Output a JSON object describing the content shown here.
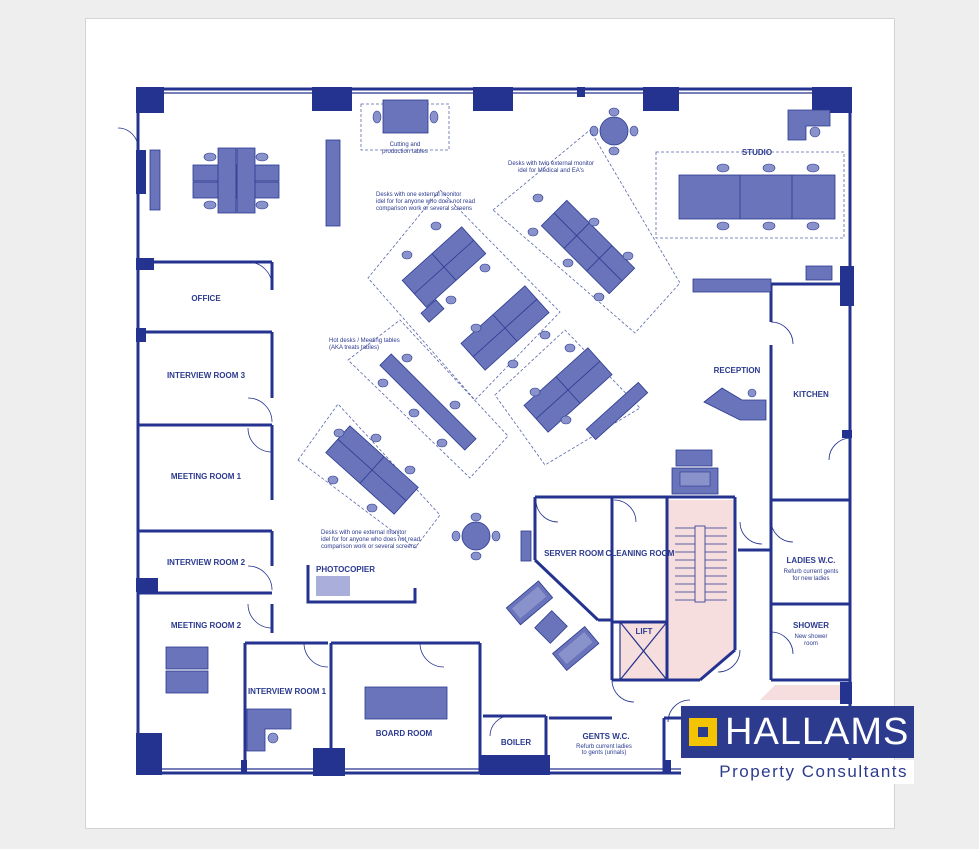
{
  "rooms": {
    "office": "OFFICE",
    "interview3": "INTERVIEW ROOM 3",
    "meeting1": "MEETING ROOM 1",
    "interview2": "INTERVIEW ROOM 2",
    "meeting2": "MEETING ROOM 2",
    "interview1": "INTERVIEW ROOM 1",
    "board": "BOARD ROOM",
    "boiler": "BOILER",
    "gents": "GENTS W.C.",
    "server": "SERVER ROOM",
    "cleaning": "CLEANING ROOM",
    "lift": "LIFT",
    "ladies": "LADIES W.C.",
    "shower": "SHOWER",
    "kitchen": "KITCHEN",
    "reception": "RECEPTION",
    "studio": "STUDIO",
    "photocopier": "PHOTOCOPIER"
  },
  "notes": {
    "cutting_1": "Cutting and",
    "cutting_2": "production tables",
    "twin_1": "Desks with twin external monitor",
    "twin_2": "idel for Medical and EA's",
    "one_top_1": "Desks with one external monitor",
    "one_top_2": "idel for for anyone who does not read",
    "one_top_3": "comparison work or several screens",
    "hot_1": "Hot desks / Meeting tables",
    "hot_2": "(AKA treats tables)",
    "one_bot_1": "Desks with one external monitor",
    "one_bot_2": "idel for for anyone who does not read",
    "one_bot_3": "comparison work or several screens",
    "gents_1": "Refurb current ladies",
    "gents_2": "to gents (urinals)",
    "ladies_1": "Refurb current gents",
    "ladies_2": "for new ladies",
    "shower_1": "New shower",
    "shower_2": "room"
  },
  "logo": {
    "name": "HALLAMS",
    "tagline": "Property Consultants",
    "colors": {
      "brand": "#2d3b8e",
      "accent": "#f5c400"
    }
  },
  "colors": {
    "wall": "#24338f",
    "furniture": "#6a74bb",
    "stair": "#f6dede"
  }
}
